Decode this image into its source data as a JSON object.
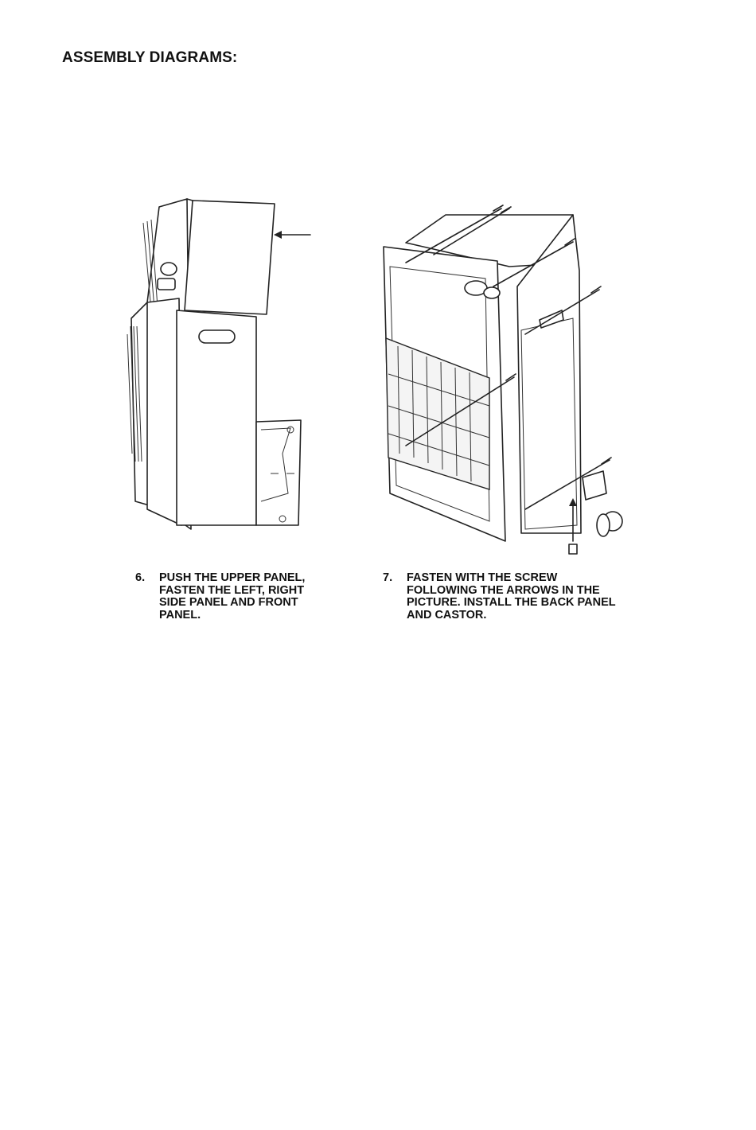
{
  "page": {
    "heading": "ASSEMBLY DIAGRAMS:"
  },
  "steps": [
    {
      "number": "6.",
      "lines": [
        "PUSH THE UPPER PANEL,",
        "FASTEN THE LEFT, RIGHT",
        "SIDE PANEL AND FRONT",
        "PANEL."
      ]
    },
    {
      "number": "7.",
      "lines": [
        "FASTEN WITH THE SCREW",
        "FOLLOWING THE ARROWS IN THE",
        "PICTURE. INSTALL THE BACK PANEL",
        "AND CASTOR."
      ]
    }
  ]
}
